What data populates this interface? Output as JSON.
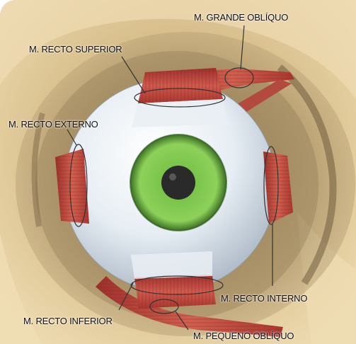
{
  "labels": {
    "superior_oblique": "M. GRANDE OBLÍQUO",
    "superior_rectus": "M. RECTO SUPERIOR",
    "lateral_rectus": "M. RECTO EXTERNO",
    "medial_rectus": "M. RECTO INTERNO",
    "inferior_rectus": "M. RECTO INFERIOR",
    "inferior_oblique": "M. PEQUENO OBLÍQUO"
  },
  "colors": {
    "bone": "#e8d2a4",
    "orbit_shadow": "#8e7a58",
    "sclera": "#e3ecf4",
    "iris": "#63b83a",
    "pupil": "#2a2a2a",
    "muscle": "#b8433d",
    "background": "#dcefff"
  }
}
